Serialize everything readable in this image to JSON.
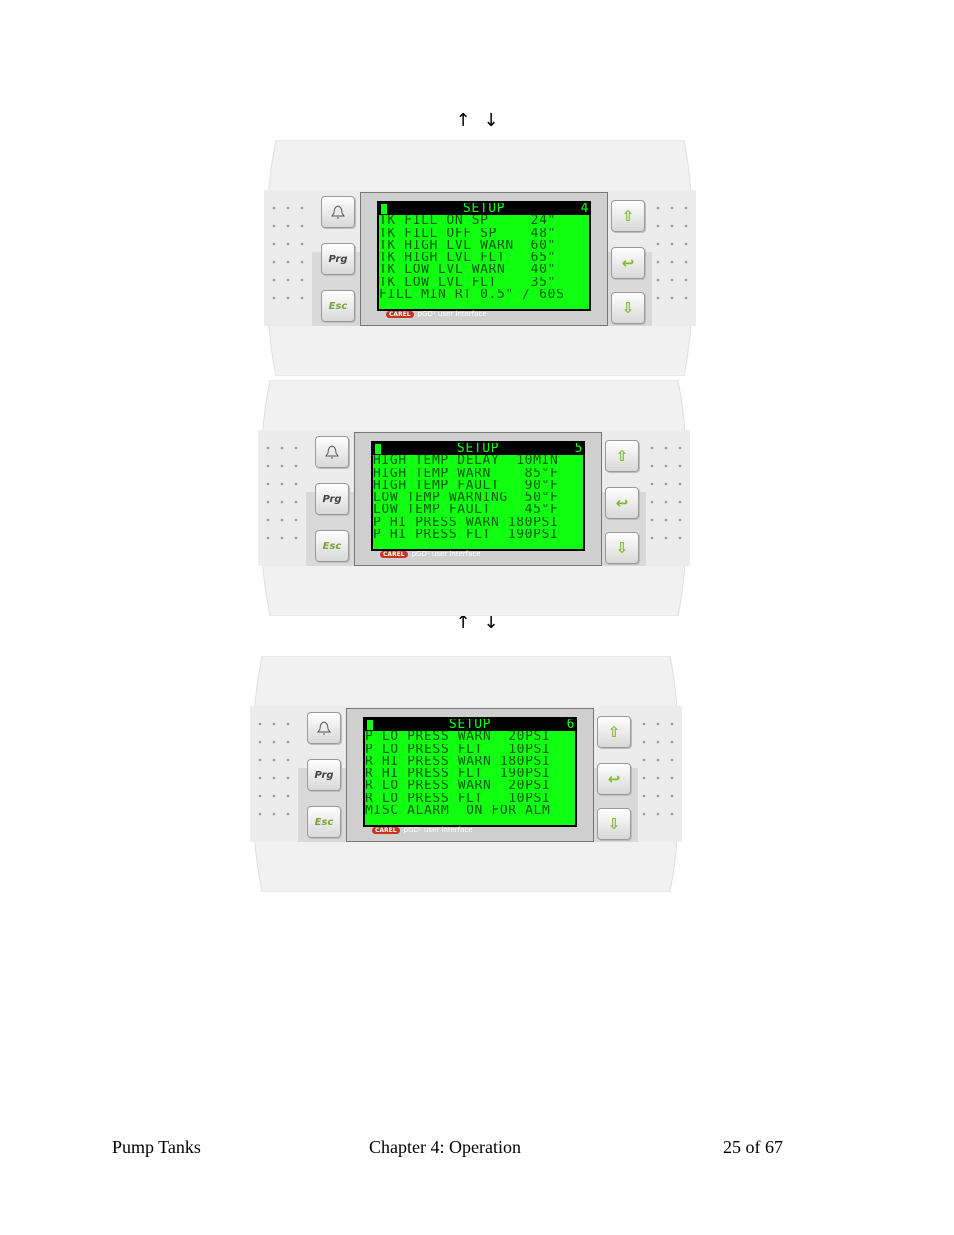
{
  "nav_arrows": {
    "up": "↑",
    "down": "↓"
  },
  "buttons": {
    "prg": "Prg",
    "esc": "Esc",
    "up_icon": "⇧",
    "enter_icon": "↩",
    "down_icon": "⇩"
  },
  "brand": {
    "logo": "CAREL",
    "text": "pGD¹ user interface"
  },
  "screens": [
    {
      "title": "SETUP",
      "page": "4",
      "lines": [
        "TK FILL ON SP     24\"",
        "TK FILL OFF SP    48\"",
        "TK HIGH LVL WARN  60\"",
        "TK HIGH LVL FLT   65\"",
        "TK LOW LVL WARN   40\"",
        "TK LOW LVL FLT    35\"",
        "FILL MIN RT 0.5\" / 60S"
      ]
    },
    {
      "title": "SETUP",
      "page": "5",
      "lines": [
        "HIGH TEMP DELAY  10MIN",
        "HIGH TEMP WARN    85°F",
        "HIGH TEMP FAULT   90°F",
        "LOW TEMP WARNING  50°F",
        "LOW TEMP FAULT    45°F",
        "P HI PRESS WARN 180PSI",
        "P HI PRESS FLT  190PSI"
      ]
    },
    {
      "title": "SETUP",
      "page": "6",
      "lines": [
        "P LO PRESS WARN  20PSI",
        "P LO PRESS FLT   10PSI",
        "R HI PRESS WARN 180PSI",
        "R HI PRESS FLT  190PSI",
        "R LO PRESS WARN  20PSI",
        "R LO PRESS FLT   10PSI",
        "MISC ALARM  ON FOR ALM"
      ]
    }
  ],
  "footer": {
    "left": "Pump Tanks",
    "center": "Chapter 4: Operation",
    "right": "25 of 67"
  }
}
